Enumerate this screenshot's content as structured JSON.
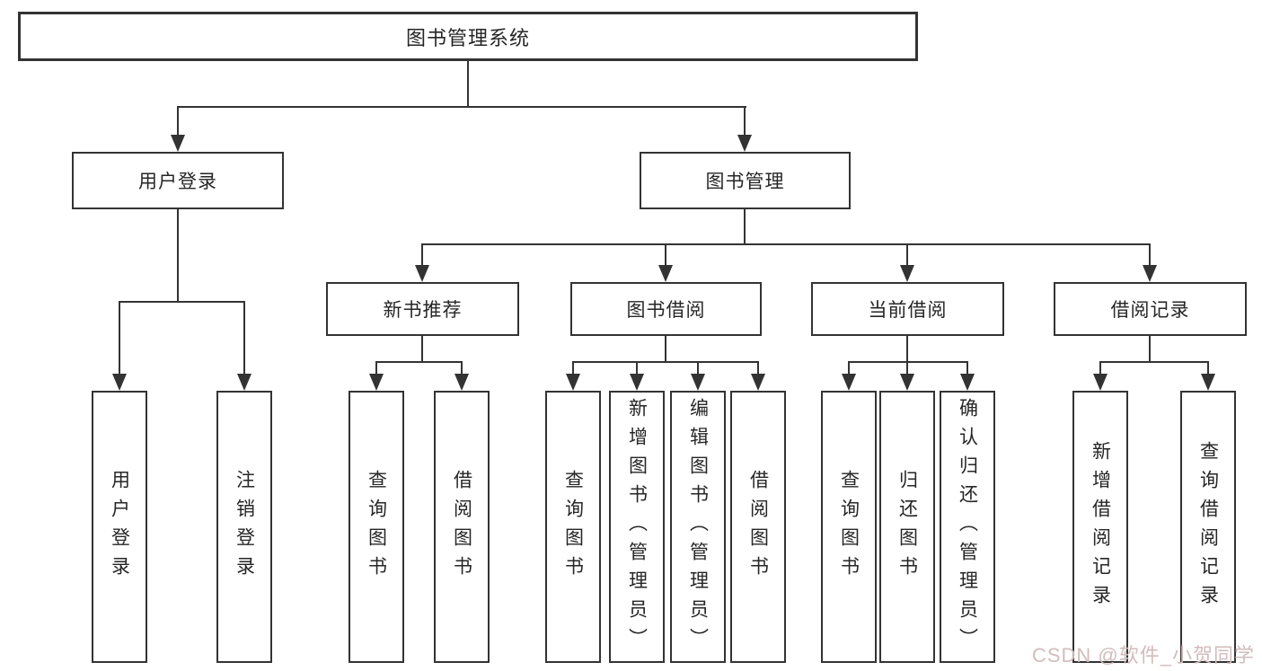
{
  "tree": {
    "label": "图书管理系统",
    "children": [
      {
        "label": "用户登录",
        "children": [
          {
            "label": "用户登录"
          },
          {
            "label": "注销登录"
          }
        ]
      },
      {
        "label": "图书管理",
        "children": [
          {
            "label": "新书推荐",
            "children": [
              {
                "label": "查询图书"
              },
              {
                "label": "借阅图书"
              }
            ]
          },
          {
            "label": "图书借阅",
            "children": [
              {
                "label": "查询图书"
              },
              {
                "label": "新增图书（管理员）"
              },
              {
                "label": "编辑图书（管理员）"
              },
              {
                "label": "借阅图书"
              }
            ]
          },
          {
            "label": "当前借阅",
            "children": [
              {
                "label": "查询图书"
              },
              {
                "label": "归还图书"
              },
              {
                "label": "确认归还（管理员）"
              }
            ]
          },
          {
            "label": "借阅记录",
            "children": [
              {
                "label": "新增借阅记录"
              },
              {
                "label": "查询借阅记录"
              }
            ]
          }
        ]
      }
    ]
  },
  "watermark": {
    "text": "CSDN @软件_小贺同学"
  },
  "colors": {
    "line": "#333333",
    "border": "#333333",
    "text": "#262626",
    "watermark": "#d2bcbc",
    "bg": "#ffffff"
  }
}
